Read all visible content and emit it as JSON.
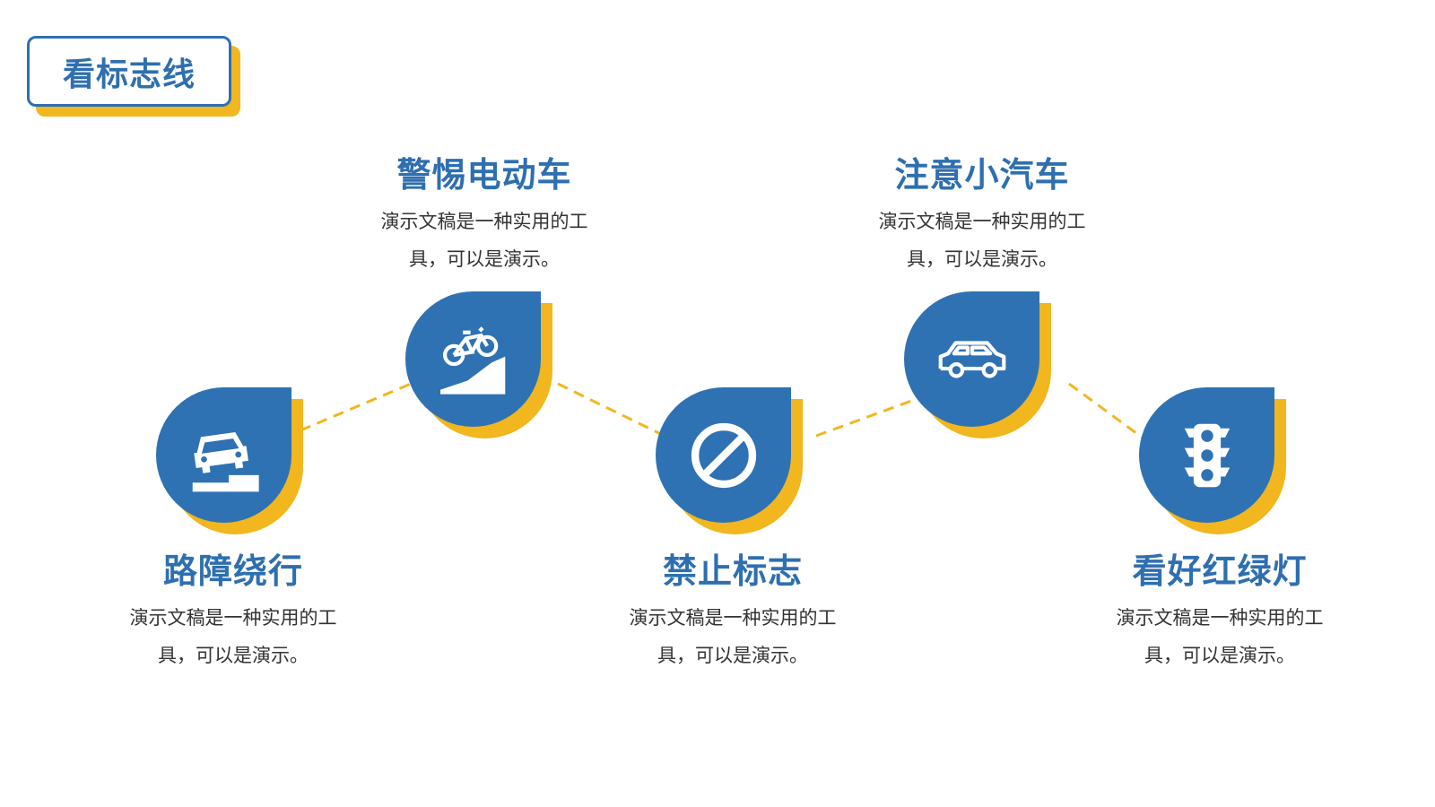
{
  "header": {
    "title": "看标志线"
  },
  "colors": {
    "primary_blue": "#2e72b3",
    "accent_yellow": "#f2b61e",
    "text_dark": "#333333"
  },
  "steps": [
    {
      "heading": "路障绕行",
      "desc": "演示文稿是一种实用的工具，可以是演示。",
      "icon": "car-crash-icon"
    },
    {
      "heading": "警惕电动车",
      "desc": "演示文稿是一种实用的工具，可以是演示。",
      "icon": "bicycle-uphill-icon"
    },
    {
      "heading": "禁止标志",
      "desc": "演示文稿是一种实用的工具，可以是演示。",
      "icon": "prohibited-sign-icon"
    },
    {
      "heading": "注意小汽车",
      "desc": "演示文稿是一种实用的工具，可以是演示。",
      "icon": "car-side-icon"
    },
    {
      "heading": "看好红绿灯",
      "desc": "演示文稿是一种实用的工具，可以是演示。",
      "icon": "traffic-light-icon"
    }
  ]
}
